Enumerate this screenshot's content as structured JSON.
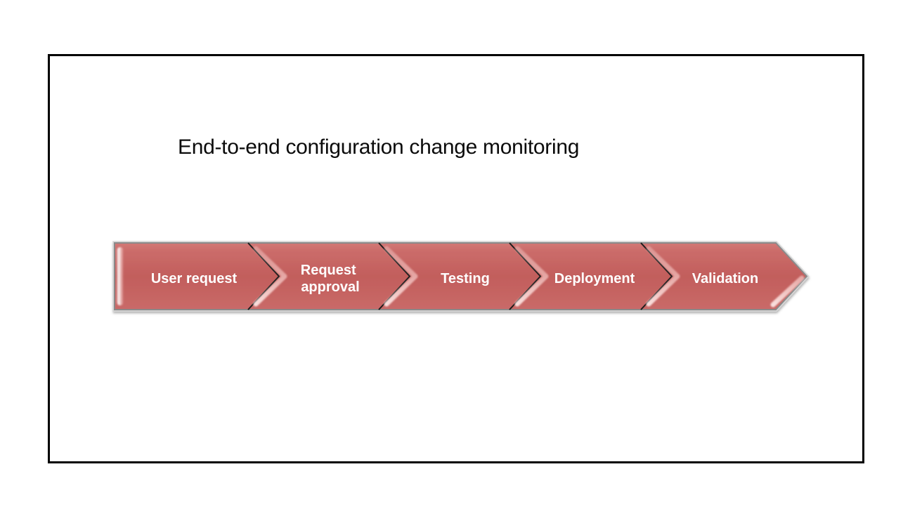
{
  "title": "End-to-end configuration change monitoring",
  "diagram": {
    "type": "process-flow-chevron-arrow",
    "direction": "left-to-right",
    "steps": [
      {
        "label": "User request",
        "line1": "User request"
      },
      {
        "label": "Request approval",
        "line1": "Request",
        "line2": "approval"
      },
      {
        "label": "Testing",
        "line1": "Testing"
      },
      {
        "label": "Deployment",
        "line1": "Deployment"
      },
      {
        "label": "Validation",
        "line1": "Validation"
      }
    ],
    "colors": {
      "chevron_fill": "#C46260",
      "chevron_fill_light": "#D07472",
      "chevron_border": "#8A8A8A",
      "chevron_outer_border": "#D6D6D6",
      "divider_line": "#1C1C1C",
      "gloss_highlight": "#FFE9E7",
      "label_text": "#FFFFFF",
      "title_text": "#0B0B0B",
      "frame_border": "#000000",
      "background": "#FFFFFF"
    }
  }
}
